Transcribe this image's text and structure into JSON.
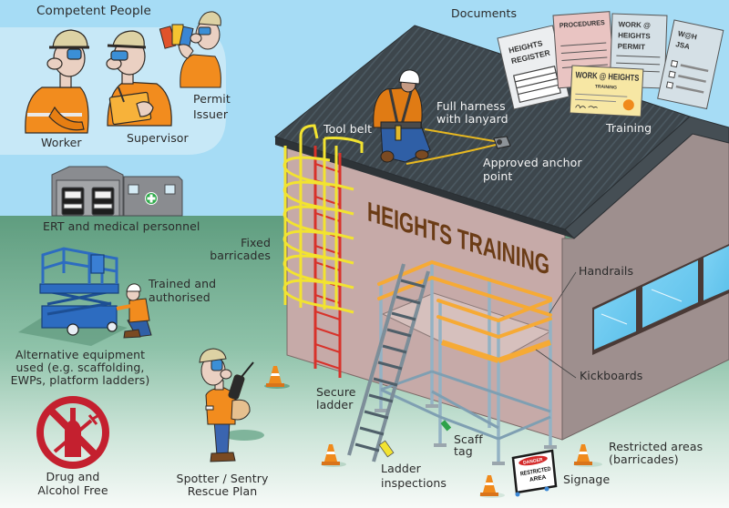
{
  "competent_people": {
    "heading": "Competent People",
    "worker": "Worker",
    "supervisor": "Supervisor",
    "permit_issuer": [
      "Permit",
      "Issuer"
    ]
  },
  "documents": {
    "heading": "Documents",
    "heights_register": [
      "HEIGHTS",
      "REGISTER"
    ],
    "procedures": "PROCEDURES",
    "permit": [
      "WORK @",
      "HEIGHTS",
      "PERMIT"
    ],
    "jsa": [
      "W@H",
      "JSA"
    ],
    "certificate": {
      "title": "WORK @ HEIGHTS",
      "subtitle": "TRAINING"
    }
  },
  "roof": {
    "full_harness": [
      "Full harness",
      "with lanyard"
    ],
    "tool_belt": "Tool belt",
    "anchor": [
      "Approved anchor",
      "point"
    ],
    "training": "Training"
  },
  "building": {
    "wall_sign": "HEIGHTS TRAINING"
  },
  "labels": {
    "ert": "ERT and medical personnel",
    "fixed_barricades": [
      "Fixed",
      "barricades"
    ],
    "trained": [
      "Trained and",
      "authorised"
    ],
    "alternative": [
      "Alternative equipment",
      "used (e.g. scaffolding,",
      "EWPs, platform ladders)"
    ],
    "drug_alcohol": [
      "Drug and",
      "Alcohol Free"
    ],
    "spotter": [
      "Spotter / Sentry",
      "Rescue Plan"
    ],
    "secure_ladder": [
      "Secure",
      "ladder"
    ],
    "ladder_inspections": [
      "Ladder",
      "inspections"
    ],
    "scaff_tag": [
      "Scaff",
      "tag"
    ],
    "signage": "Signage",
    "restricted_areas": [
      "Restricted areas",
      "(barricades)"
    ],
    "handrails": "Handrails",
    "kickboards": "Kickboards"
  },
  "danger_sign": {
    "header": "DANGER",
    "lines": [
      "RESTRICTED",
      "AREA"
    ]
  },
  "icons": [
    "worker-figure",
    "supervisor-figure",
    "permit-issuer-figure",
    "medical-cross-icon",
    "ambulance-icon",
    "scissor-lift-icon",
    "no-drugs-alcohol-icon",
    "traffic-cone-icon",
    "danger-sign-icon",
    "anchor-point-icon",
    "fixed-ladder-cage-icon",
    "scaffold-icon",
    "leaning-ladder-icon"
  ],
  "colors": {
    "sky": "#a6dcf5",
    "panel": "#c7e8f7",
    "ground_top": "#5f9d7f",
    "ground_bottom": "#f7faf8",
    "roof": "#3d464c",
    "wall_left": "#c6aaa8",
    "wall_right": "#9e8f8e",
    "wall_sign": "#6b3c16",
    "hi_vis_orange": "#f28c1e",
    "cage_yellow": "#f2e330",
    "ladder_red": "#d8322a",
    "scaffold_pole": "#93b2c4",
    "handrail_orange": "#f6aa35",
    "lift_blue": "#2d6cc0",
    "prohibition_red": "#c4202f"
  }
}
